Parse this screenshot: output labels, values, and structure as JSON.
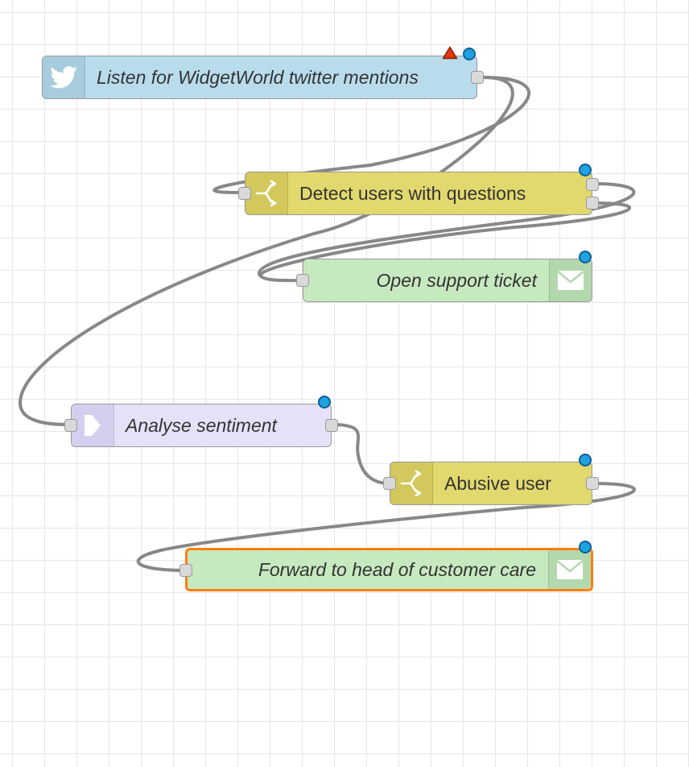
{
  "colors": {
    "twitter_node": "#b9dcec",
    "twitter_icon_box": "#a7ccdd",
    "switch_node": "#e2d96e",
    "switch_icon_box": "#d2c85c",
    "email_node": "#c7e9c0",
    "email_icon_box": "#b4d8ae",
    "sentiment_node": "#e6e0f8",
    "sentiment_icon_box": "#d6ceef",
    "wire": "#888888",
    "selected_border": "#ff7f0e",
    "status_dot": "#1fa3e0",
    "warning": "#e2360b"
  },
  "nodes": {
    "twitter": {
      "label": "Listen for WidgetWorld twitter mentions",
      "icon": "twitter-bird-icon",
      "warning": "warning-triangle-icon"
    },
    "detect": {
      "label": "Detect users with questions",
      "icon": "switch-icon"
    },
    "ticket": {
      "label": "Open support ticket",
      "icon": "envelope-icon"
    },
    "sentiment": {
      "label": "Analyse sentiment",
      "icon": "arrow-right-icon"
    },
    "abusive": {
      "label": "Abusive user",
      "icon": "switch-icon"
    },
    "forward": {
      "label": "Forward to head of customer care",
      "icon": "envelope-icon",
      "selected": true
    }
  }
}
